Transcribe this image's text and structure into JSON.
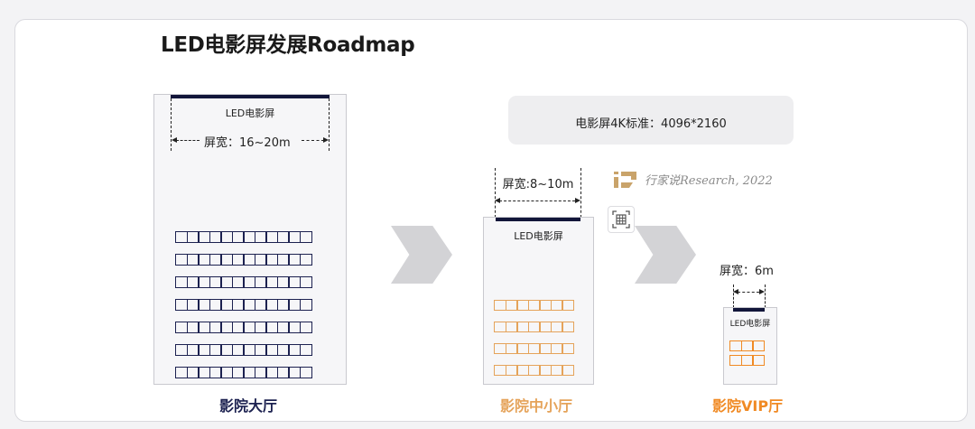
{
  "title": "LED电影屏发展Roadmap",
  "standard_note": "电影屏4K标准：4096*2160",
  "watermark": "行家说Research, 2022",
  "colors": {
    "navy": "#12163a",
    "large": "#1c2150",
    "medium": "#e5a35a",
    "vip": "#f08a24",
    "chevron": "#d3d3d6"
  },
  "halls": {
    "large": {
      "screen_label": "LED电影屏",
      "width_label": "屏宽：16~20m",
      "caption": "影院大厅",
      "seat_rows": 7,
      "seat_cols": 12
    },
    "medium": {
      "screen_label": "LED电影屏",
      "width_label": "屏宽:8~10m",
      "caption": "影院中小厅",
      "seat_rows": 4,
      "seat_cols": 7
    },
    "vip": {
      "screen_label": "LED电影屏",
      "width_label": "屏宽：6m",
      "caption": "影院VIP厅",
      "seat_rows": 2,
      "seat_cols": 3
    }
  },
  "icons": {
    "logo": "brand-logo-icon",
    "grid": "table-grid-icon",
    "arrow": "chevron-right-icon"
  }
}
